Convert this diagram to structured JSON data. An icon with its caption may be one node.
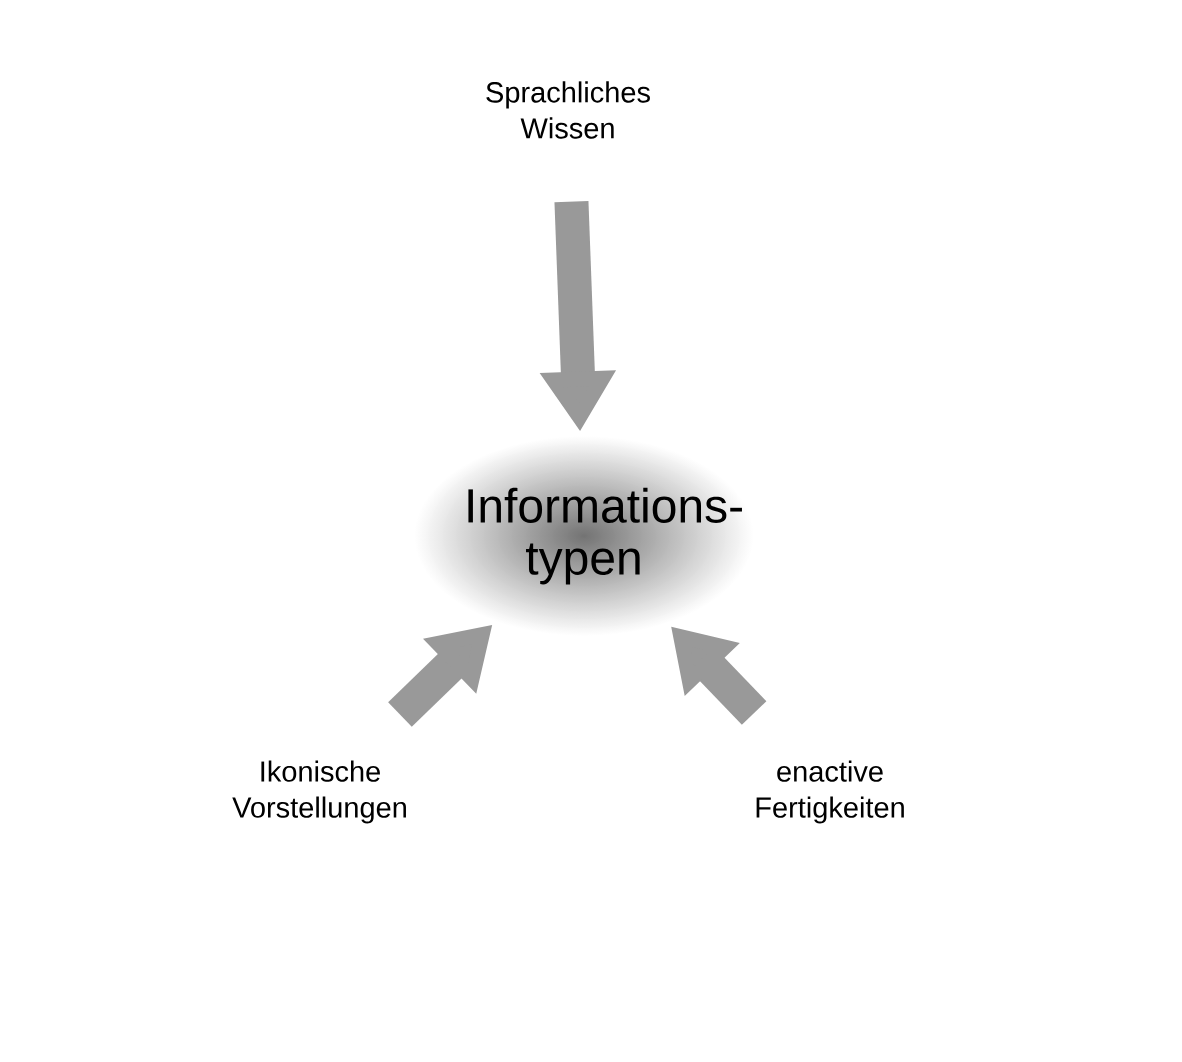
{
  "diagram": {
    "nodes": [
      {
        "text": [
          "Informations- typen"
        ]
      },
      {
        "text": [
          "Sprachliches Wissen"
        ]
      },
      {
        "text": [
          "Ikonische Vorstellungen"
        ]
      },
      {
        "text": [
          "enactive Fertigkeiten"
        ]
      }
    ],
    "edges": [
      {
        "from": 1,
        "to": 0,
        "arrow": "to"
      },
      {
        "from": 2,
        "to": 0,
        "arrow": "to"
      },
      {
        "from": 3,
        "to": 0,
        "arrow": "to"
      }
    ]
  }
}
